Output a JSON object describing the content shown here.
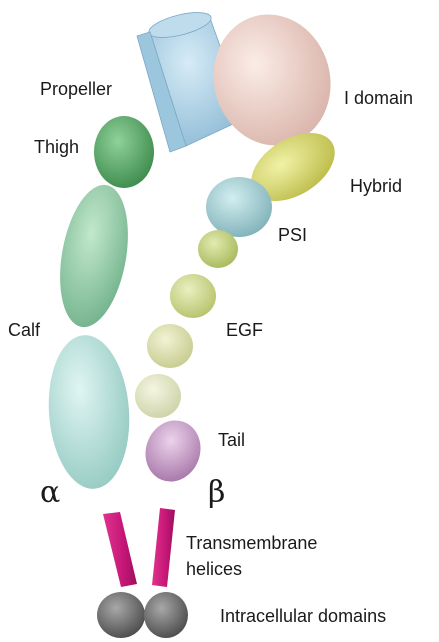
{
  "labels": {
    "propeller": "Propeller",
    "i_domain": "I domain",
    "thigh": "Thigh",
    "hybrid": "Hybrid",
    "psi": "PSI",
    "calf": "Calf",
    "egf": "EGF",
    "tail": "Tail",
    "alpha": "α",
    "beta": "β",
    "transmembrane_line1": "Transmembrane",
    "transmembrane_line2": "helices",
    "intracellular": "Intracellular domains"
  },
  "colors": {
    "propeller": "#a9cde3",
    "i_domain": "#efd0c8",
    "thigh": "#57a463",
    "hybrid": "#d8d86a",
    "psi": "#9fcbd0",
    "calf_upper": "#8ec9a6",
    "calf_lower": "#b5e2dc",
    "egf_1": "#bfcf78",
    "egf_2": "#cdd78c",
    "egf_3": "#dadfa8",
    "egf_4": "#e2e6c0",
    "tail": "#c9a0c9",
    "helix": "#cc1a7a",
    "intracellular": "#707070"
  }
}
